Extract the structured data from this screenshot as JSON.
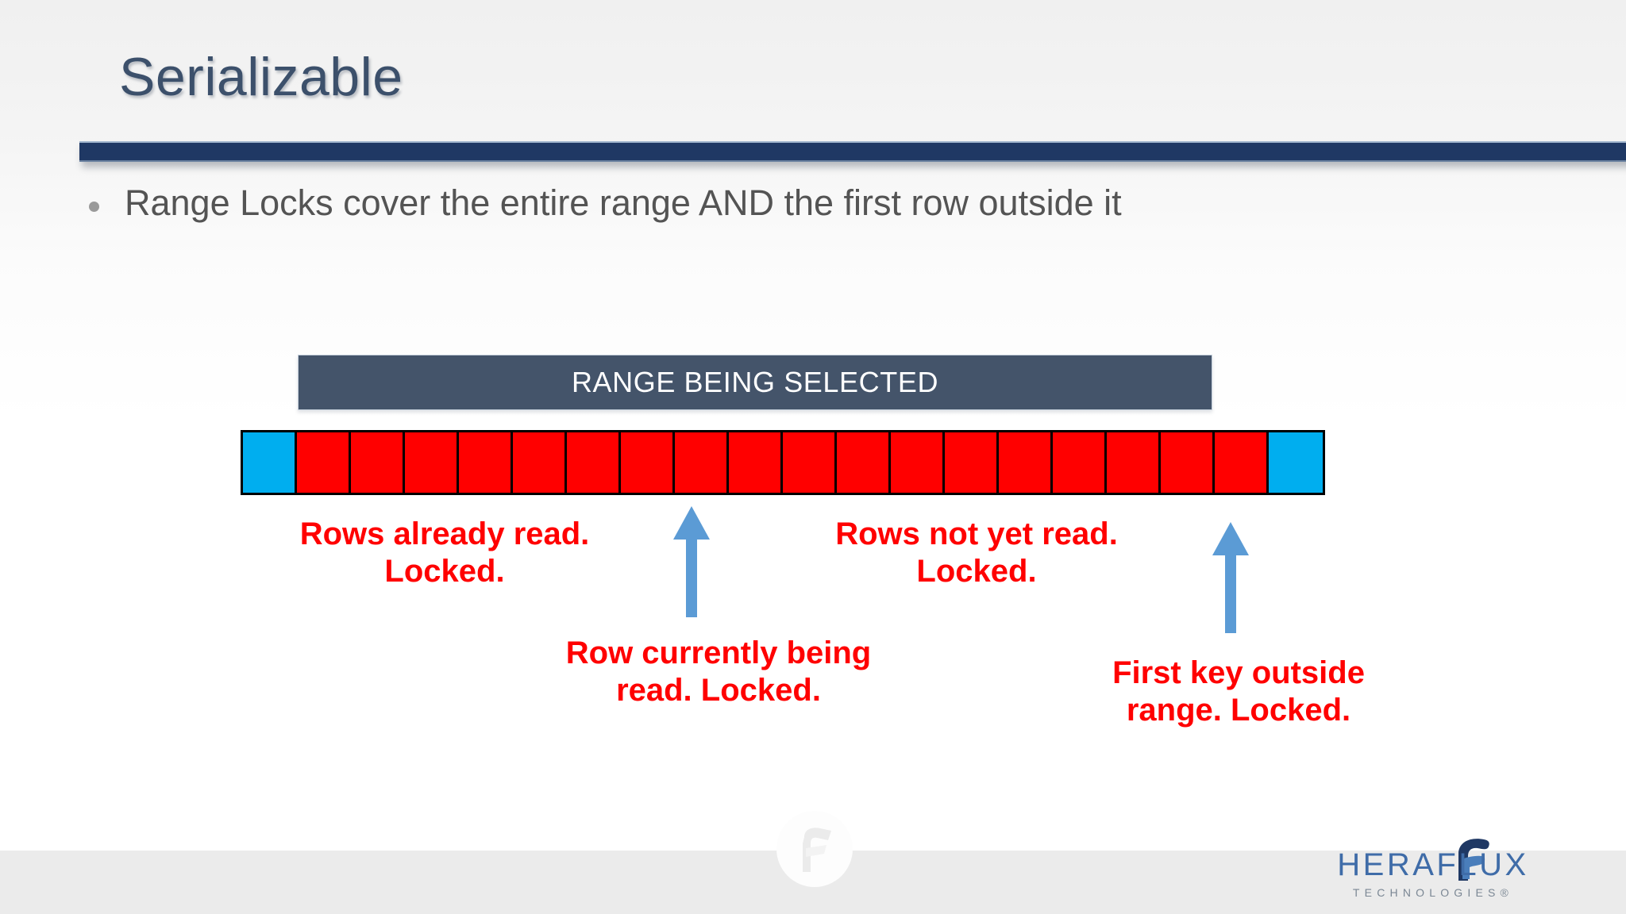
{
  "slide": {
    "title": "Serializable",
    "bullets": [
      "Range Locks cover the entire range AND the first row outside it"
    ]
  },
  "diagram": {
    "banner_label": "RANGE BEING SELECTED",
    "cells": [
      {
        "index": 1,
        "state": "outside-before",
        "color": "#00AEEF"
      },
      {
        "index": 2,
        "state": "locked",
        "color": "#FF0000"
      },
      {
        "index": 3,
        "state": "locked",
        "color": "#FF0000"
      },
      {
        "index": 4,
        "state": "locked",
        "color": "#FF0000"
      },
      {
        "index": 5,
        "state": "locked",
        "color": "#FF0000"
      },
      {
        "index": 6,
        "state": "locked",
        "color": "#FF0000"
      },
      {
        "index": 7,
        "state": "locked",
        "color": "#FF0000"
      },
      {
        "index": 8,
        "state": "locked",
        "color": "#FF0000"
      },
      {
        "index": 9,
        "state": "locked",
        "color": "#FF0000"
      },
      {
        "index": 10,
        "state": "locked-current",
        "color": "#FF0000"
      },
      {
        "index": 11,
        "state": "locked",
        "color": "#FF0000"
      },
      {
        "index": 12,
        "state": "locked",
        "color": "#FF0000"
      },
      {
        "index": 13,
        "state": "locked",
        "color": "#FF0000"
      },
      {
        "index": 14,
        "state": "locked",
        "color": "#FF0000"
      },
      {
        "index": 15,
        "state": "locked",
        "color": "#FF0000"
      },
      {
        "index": 16,
        "state": "locked",
        "color": "#FF0000"
      },
      {
        "index": 17,
        "state": "locked",
        "color": "#FF0000"
      },
      {
        "index": 18,
        "state": "locked",
        "color": "#FF0000"
      },
      {
        "index": 19,
        "state": "locked",
        "color": "#FF0000"
      },
      {
        "index": 20,
        "state": "outside-after",
        "color": "#00AEEF"
      }
    ],
    "callouts": [
      {
        "id": "rows-already-read",
        "text": "Rows already read.\nLocked."
      },
      {
        "id": "row-currently-read",
        "text": "Row currently being\nread. Locked."
      },
      {
        "id": "rows-not-yet-read",
        "text": "Rows not yet read.\nLocked."
      },
      {
        "id": "first-key-outside",
        "text": "First key outside\nrange. Locked."
      }
    ],
    "arrows": [
      {
        "id": "arrow-current-row",
        "direction": "up"
      },
      {
        "id": "arrow-first-outside",
        "direction": "up"
      }
    ]
  },
  "footer": {
    "brand_name": "HERAFLUX",
    "brand_sub": "TECHNOLOGIES®",
    "watermark_icon": "f-badge-icon"
  },
  "colors": {
    "title": "#3C506B",
    "rule": "#1F3864",
    "banner": "#44546A",
    "locked": "#FF0000",
    "outside": "#00AEEF",
    "arrow": "#5B9BD5",
    "body_text": "#545454",
    "brand": "#3F6CA8"
  }
}
